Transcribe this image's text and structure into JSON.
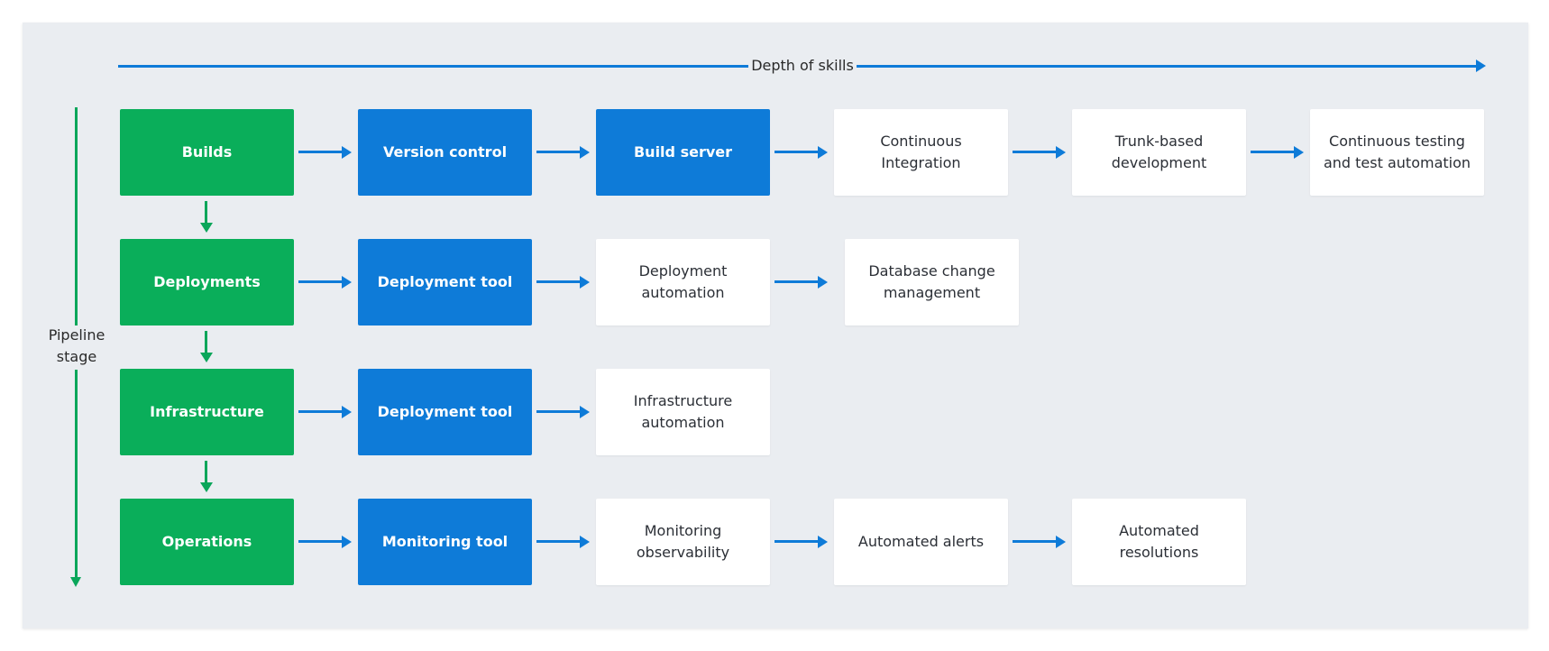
{
  "colors": {
    "panel_background": "#eaedf1",
    "green": "#0aae5a",
    "blue": "#0e7bd8",
    "white": "#ffffff",
    "text_dark": "#2b2f36"
  },
  "axes": {
    "horizontal_label": "Depth of skills",
    "vertical_label_line1": "Pipeline",
    "vertical_label_line2": "stage"
  },
  "rows": [
    {
      "stage": "Builds",
      "tool": "Version control",
      "steps": [
        "Build server",
        "Continuous Integration",
        "Trunk-based development",
        "Continuous testing and test automation"
      ]
    },
    {
      "stage": "Deployments",
      "tool": "Deployment tool",
      "steps": [
        "Deployment automation",
        "Database change management"
      ]
    },
    {
      "stage": "Infrastructure",
      "tool": "Deployment tool",
      "steps": [
        "Infrastructure automation"
      ]
    },
    {
      "stage": "Operations",
      "tool": "Monitoring tool",
      "steps": [
        "Monitoring observability",
        "Automated alerts",
        "Automated resolutions"
      ]
    }
  ]
}
